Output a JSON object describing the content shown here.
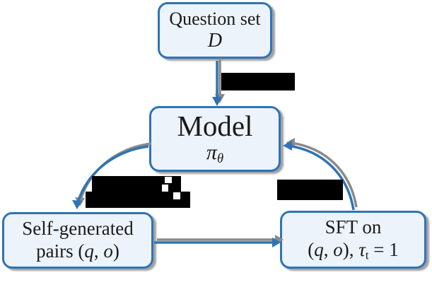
{
  "diagram": {
    "boxes": {
      "question_set": {
        "line1": "Question set",
        "symbol": "D"
      },
      "model": {
        "title": "Model",
        "policy_symbol": "π",
        "policy_subscript": "θ"
      },
      "self_generated": {
        "line1": "Self-generated",
        "line2_prefix": "pairs (",
        "var_q": "q",
        "separator": ", ",
        "var_o": "o",
        "line2_suffix": ")"
      },
      "sft": {
        "line1": "SFT on",
        "open_paren": "(",
        "var_q": "q",
        "separator": ", ",
        "var_o": "o",
        "close_paren": "), ",
        "tau": "τ",
        "tau_subscript": "t",
        "equation_suffix": " = 1"
      }
    },
    "arrows": [
      {
        "name": "question-to-model",
        "label": "redacted"
      },
      {
        "name": "model-to-selfgen",
        "label": "redacted"
      },
      {
        "name": "selfgen-to-sft",
        "label": ""
      },
      {
        "name": "sft-to-model",
        "label": "redacted"
      }
    ],
    "colors": {
      "accent_blue": "#2E74B5",
      "box_fill": "#EDF3FA",
      "text": "#1B1B1B",
      "shadow_gray": "#8A8A8A",
      "redaction": "#000000"
    }
  }
}
